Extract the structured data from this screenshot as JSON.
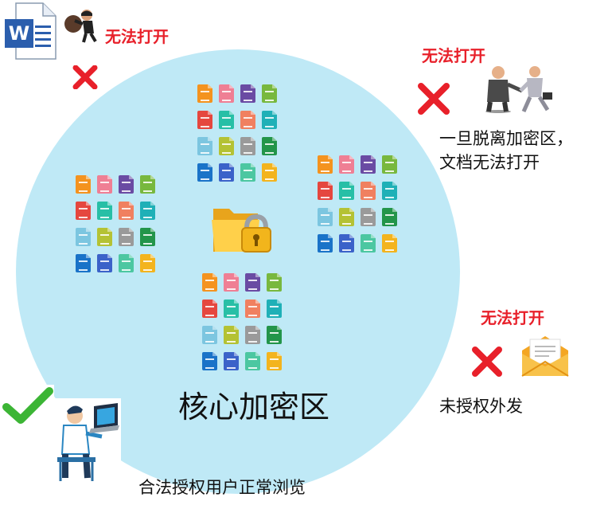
{
  "core_zone": {
    "title": "核心加密区"
  },
  "threats": {
    "doc_theft": {
      "label": "无法打开"
    },
    "leave_zone": {
      "label": "无法打开",
      "desc_line1": "一旦脱离加密区，",
      "desc_line2": "文档无法打开"
    },
    "unauthorized_send": {
      "label": "无法打开",
      "desc": "未授权外发"
    }
  },
  "legal_user": {
    "desc": "合法授权用户正常浏览"
  },
  "colors": {
    "circle": "#bfe9f6",
    "deny_label": "#e8202a",
    "deny_x": "#e8202a",
    "allow_check": "#3cb535"
  },
  "file_grid_palette": [
    [
      "orange",
      "pink",
      "purple",
      "green"
    ],
    [
      "red",
      "teal",
      "salmon",
      "cyan"
    ],
    [
      "lblue",
      "lime",
      "gray",
      "dgreen"
    ],
    [
      "blue",
      "navy",
      "mint",
      "yellow"
    ]
  ]
}
